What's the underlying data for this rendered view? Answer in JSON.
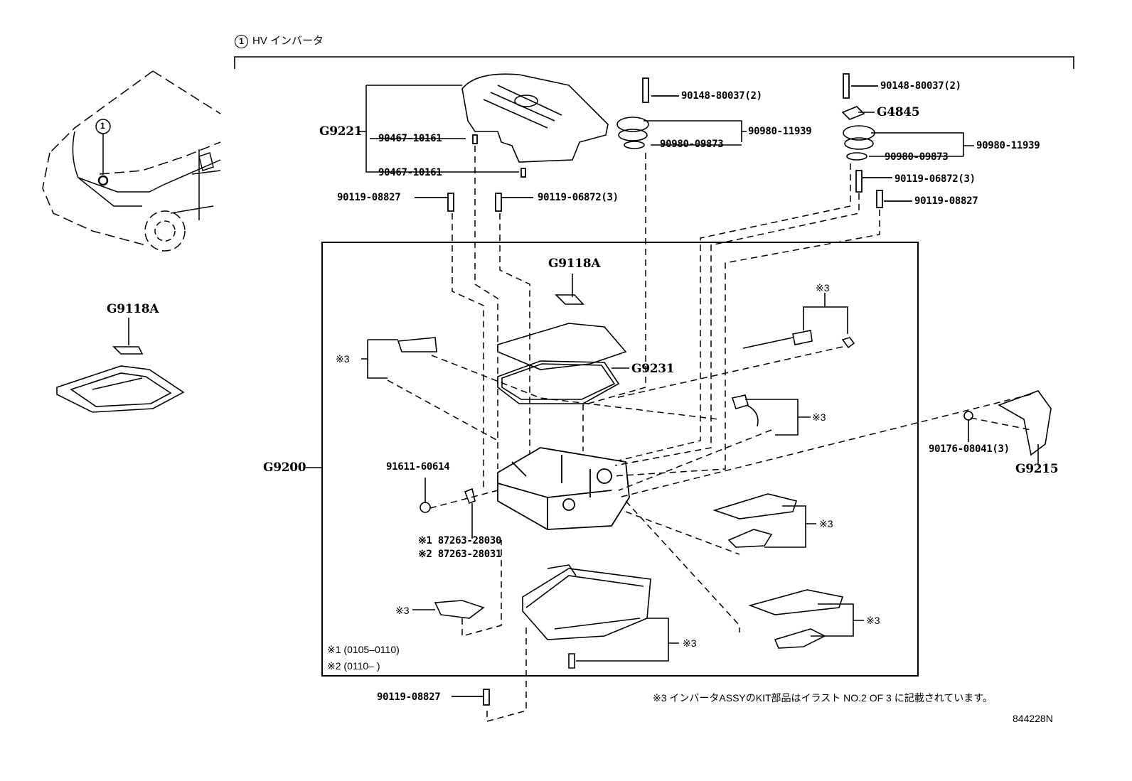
{
  "title": {
    "index": "1",
    "text": "HV インバータ"
  },
  "vehicle_callout": "1",
  "labels": {
    "g9221": "G9221",
    "p90467a": "90467-10161",
    "p90467b": "90467-10161",
    "p90119_08827_a": "90119-08827",
    "p90119_06872_a": "90119-06872(3)",
    "p90148_a": "90148-80037(2)",
    "p90980_11939_a": "90980-11939",
    "p90980_09873_a": "90980-09873",
    "p90148_b": "90148-80037(2)",
    "g4845": "G4845",
    "p90980_11939_b": "90980-11939",
    "p90980_09873_b": "90980-09873",
    "p90119_06872_b": "90119-06872(3)",
    "p90119_08827_b": "90119-08827",
    "g9118a_main": "G9118A",
    "g9118a_side": "G9118A",
    "g9231": "G9231",
    "g9200": "G9200",
    "p91611": "91611-60614",
    "p87263_1": "※1 87263-28030",
    "p87263_2": "※2 87263-28031",
    "p90176": "90176-08041(3)",
    "g9215": "G9215",
    "kit1": "※3",
    "kit2": "※3",
    "kit3": "※3",
    "kit4": "※3",
    "kit5": "※3",
    "kit6": "※3",
    "kit7": "※3",
    "p90119_08827_c": "90119-08827"
  },
  "notes": {
    "date1": "※1 (0105–0110)",
    "date2": "※2 (0110–        )",
    "kit_note": "※3 インバータASSYのKIT部品はイラスト NO.2 OF 3 に記載されています。",
    "diagram_id": "844228N"
  }
}
